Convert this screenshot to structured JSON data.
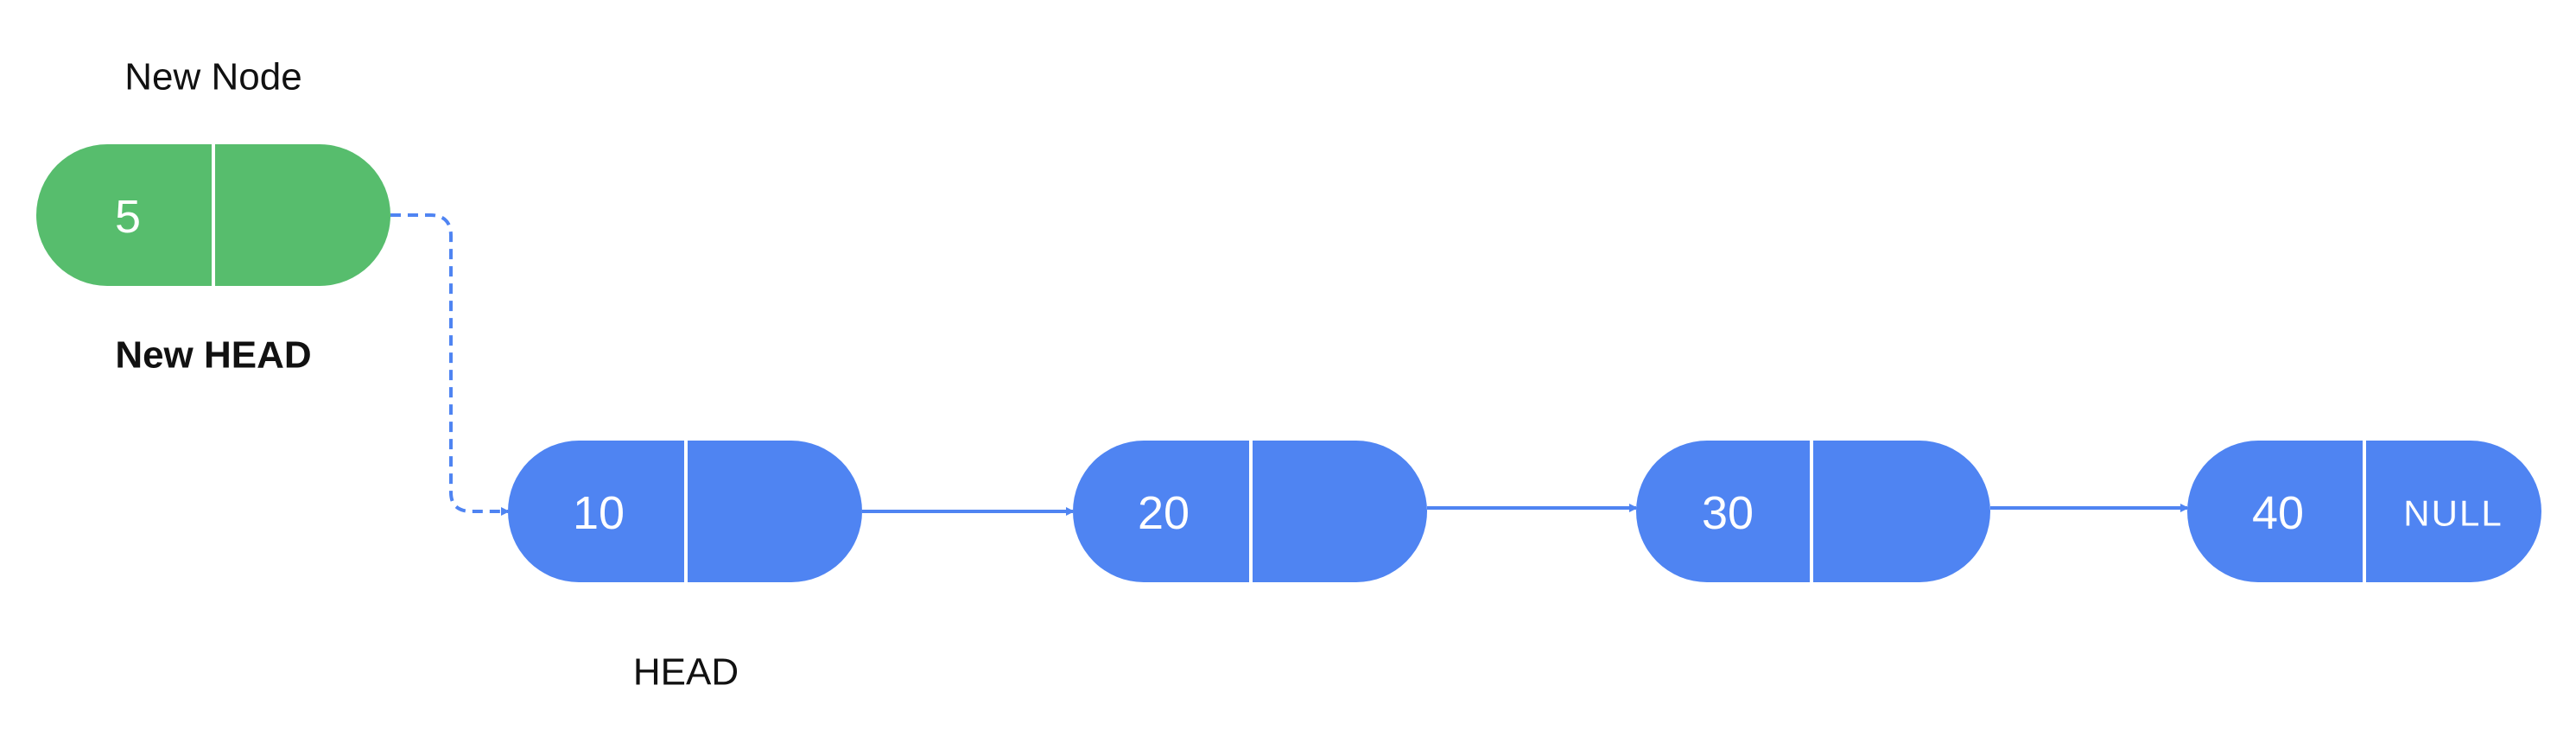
{
  "new_node": {
    "value": "5",
    "next": "",
    "top_label": "New Node",
    "bottom_label": "New HEAD",
    "color": "#57bd6d"
  },
  "list_nodes": [
    {
      "value": "10",
      "next": ""
    },
    {
      "value": "20",
      "next": ""
    },
    {
      "value": "30",
      "next": ""
    },
    {
      "value": "40",
      "next": "NULL"
    }
  ],
  "head_label": "HEAD",
  "colors": {
    "list_node": "#4f84f2",
    "arrow": "#4f84f2",
    "divider": "#ffffff"
  }
}
